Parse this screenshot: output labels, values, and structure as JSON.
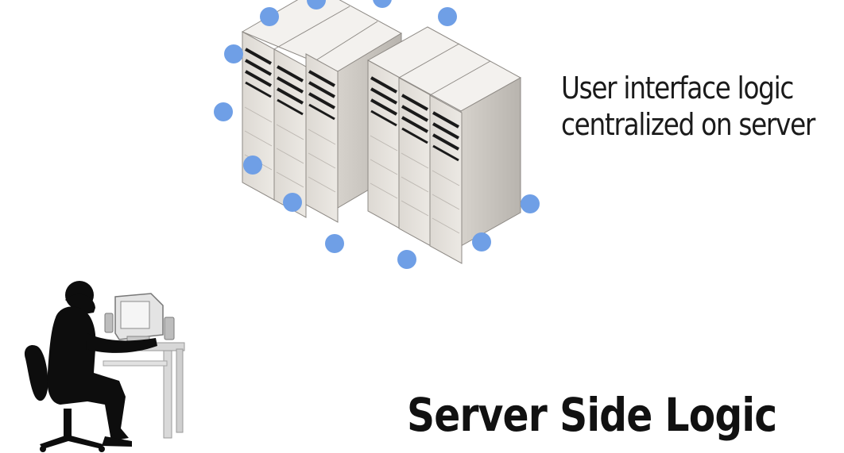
{
  "caption": {
    "line1": "User interface logic",
    "line2": "centralized on server"
  },
  "title": "Server Side Logic",
  "colors": {
    "background": "#ffffff",
    "dot": "#6f9fe6",
    "server_front": "#e6e3de",
    "server_side": "#c9c5bf",
    "server_top": "#f2f0ed",
    "silhouette": "#0d0d0d"
  },
  "icons": [
    "server-rack-icon",
    "server-rack-icon",
    "connection-dot-icon",
    "user-at-computer-icon"
  ]
}
